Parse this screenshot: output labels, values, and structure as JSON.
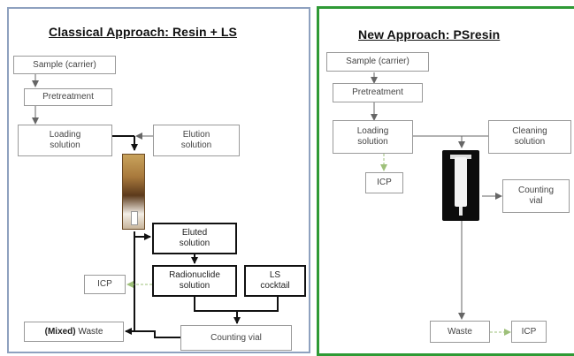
{
  "left_panel": {
    "title": "Classical Approach: Resin + LS",
    "sample": "Sample (carrier)",
    "pretreatment": "Pretreatment",
    "loading": "Loading\nsolution",
    "elution": "Elution\nsolution",
    "eluted": "Eluted\nsolution",
    "radionuclide": "Radionuclide\nsolution",
    "ls_cocktail": "LS\ncocktail",
    "icp": "ICP",
    "waste_prefix": "(Mixed)",
    "waste": "Waste",
    "counting_vial": "Counting vial"
  },
  "right_panel": {
    "title": "New Approach: PSresin",
    "sample": "Sample (carrier)",
    "pretreatment": "Pretreatment",
    "loading": "Loading\nsolution",
    "cleaning": "Cleaning\nsolution",
    "icp_top": "ICP",
    "counting_vial": "Counting\nvial",
    "waste": "Waste",
    "icp_bottom": "ICP"
  },
  "colors": {
    "left_border": "#8ea1bf",
    "right_border": "#2e9a35",
    "icp_arrow": "#9ec07a"
  }
}
